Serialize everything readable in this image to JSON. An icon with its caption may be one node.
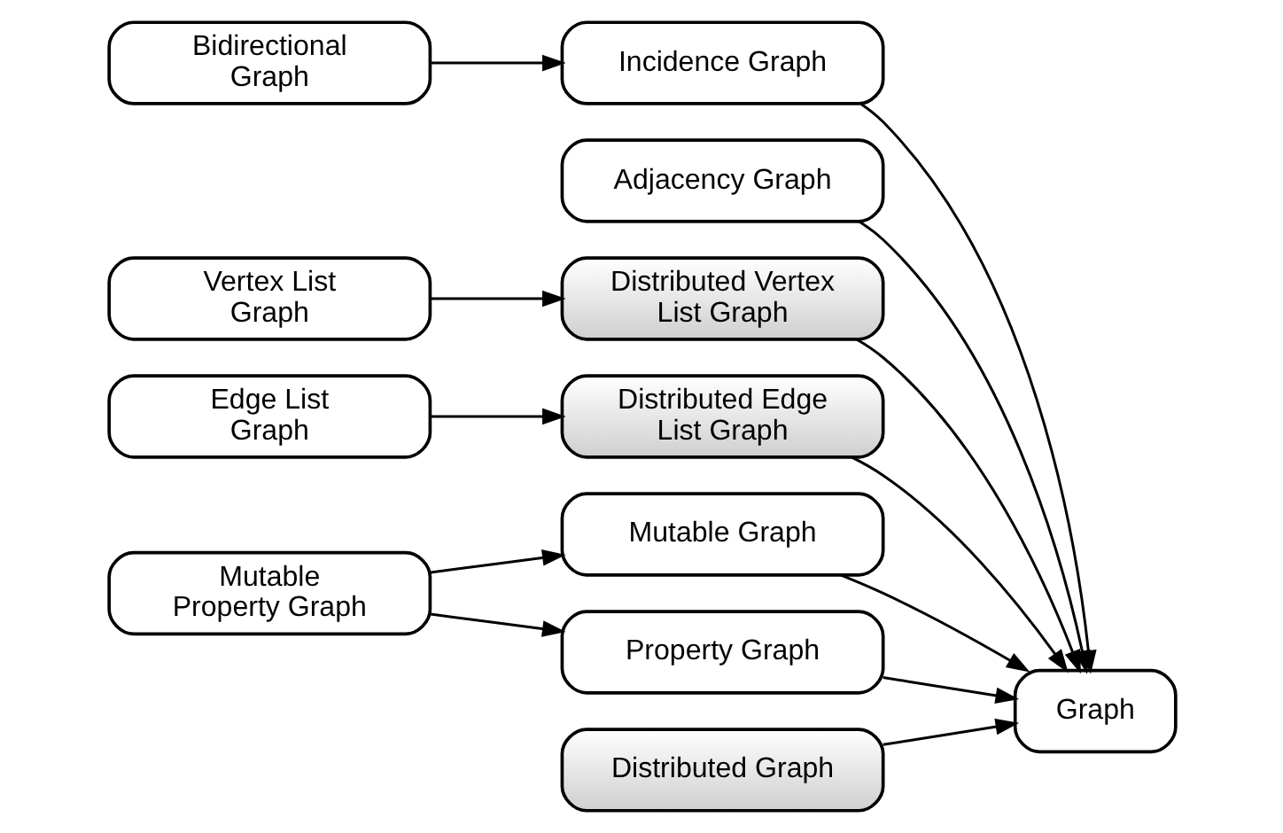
{
  "diagram": {
    "nodes": [
      {
        "text": [
          "Bidirectional Graph"
        ]
      },
      {
        "text": [
          "Incidence Graph"
        ]
      },
      {
        "text": [
          "Adjacency Graph"
        ]
      },
      {
        "text": [
          "Vertex List Graph"
        ]
      },
      {
        "text": [
          "Distributed Vertex List Graph"
        ]
      },
      {
        "text": [
          "Edge List Graph"
        ]
      },
      {
        "text": [
          "Distributed Edge List Graph"
        ]
      },
      {
        "text": [
          "Graph"
        ]
      },
      {
        "text": [
          "Mutable Property Graph"
        ]
      },
      {
        "text": [
          "Mutable Graph"
        ]
      },
      {
        "text": [
          "Property Graph"
        ]
      },
      {
        "text": [
          "Distributed Graph"
        ]
      }
    ],
    "edges": [
      {
        "from": 0,
        "to": 1,
        "arrow": "to"
      },
      {
        "from": 3,
        "to": 4,
        "arrow": "to"
      },
      {
        "from": 5,
        "to": 6,
        "arrow": "to"
      },
      {
        "from": 8,
        "to": 9,
        "arrow": "to"
      },
      {
        "from": 8,
        "to": 10,
        "arrow": "to"
      },
      {
        "from": 1,
        "to": 7,
        "arrow": "to"
      },
      {
        "from": 2,
        "to": 7,
        "arrow": "to"
      },
      {
        "from": 4,
        "to": 7,
        "arrow": "to"
      },
      {
        "from": 6,
        "to": 7,
        "arrow": "to"
      },
      {
        "from": 9,
        "to": 7,
        "arrow": "to"
      },
      {
        "from": 10,
        "to": 7,
        "arrow": "to"
      },
      {
        "from": 11,
        "to": 7,
        "arrow": "to"
      }
    ]
  }
}
